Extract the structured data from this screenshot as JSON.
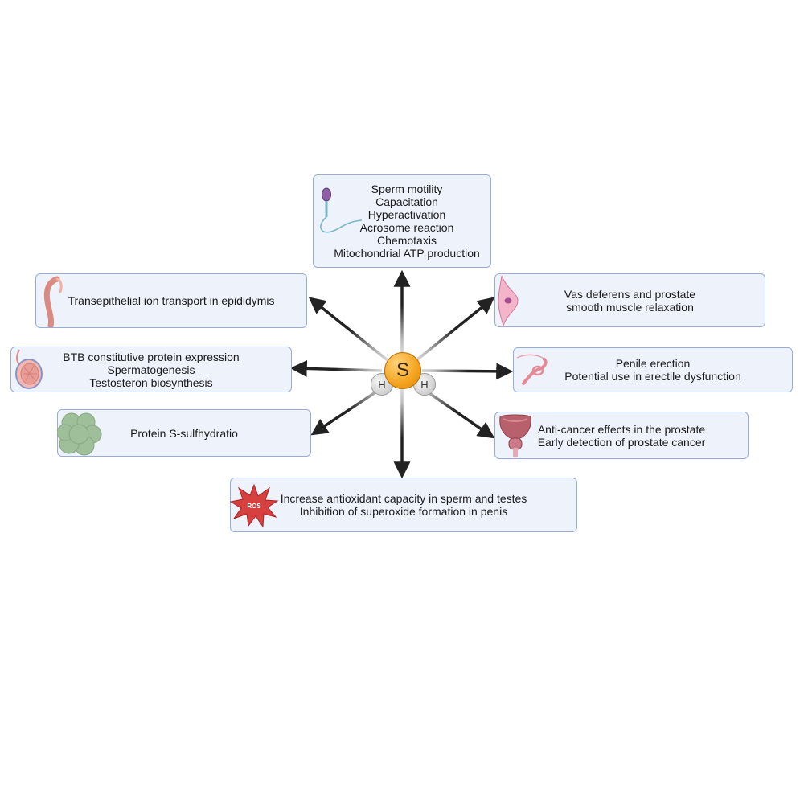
{
  "center": {
    "atom": "S",
    "hydrogen_left": "H",
    "hydrogen_right": "H"
  },
  "boxes": {
    "sperm": {
      "lines": [
        "Sperm motility",
        "Capacitation",
        "Hyperactivation",
        "Acrosome reaction",
        "Chemotaxis",
        "Mitochondrial ATP production"
      ]
    },
    "vas": {
      "lines": [
        "Vas deferens and prostate",
        "smooth muscle relaxation"
      ]
    },
    "penile": {
      "lines": [
        "Penile erection",
        "Potential use in erectile dysfunction"
      ]
    },
    "prostate": {
      "lines": [
        "Anti-cancer effects in the prostate",
        "Early detection of prostate cancer"
      ]
    },
    "ros": {
      "badge": "ROS",
      "lines": [
        "Increase antioxidant capacity in sperm and testes",
        "Inhibition of superoxide formation in penis"
      ]
    },
    "protein": {
      "lines": [
        "Protein S-sulfhydratio"
      ]
    },
    "testis": {
      "lines": [
        "BTB constitutive protein expression",
        "Spermatogenesis",
        "Testosteron biosynthesis"
      ]
    },
    "epididymis": {
      "lines": [
        "Transepithelial ion transport in epididymis"
      ]
    }
  },
  "colors": {
    "box_fill": "#edf2fb",
    "box_border": "#98add6",
    "sulfur": "#f4a31e",
    "arrow": "#222222"
  },
  "icons": [
    "sperm-icon",
    "smooth-muscle-cell-icon",
    "penis-icon",
    "prostate-icon",
    "ros-burst-icon",
    "protein-icon",
    "testis-icon",
    "epididymis-icon"
  ]
}
